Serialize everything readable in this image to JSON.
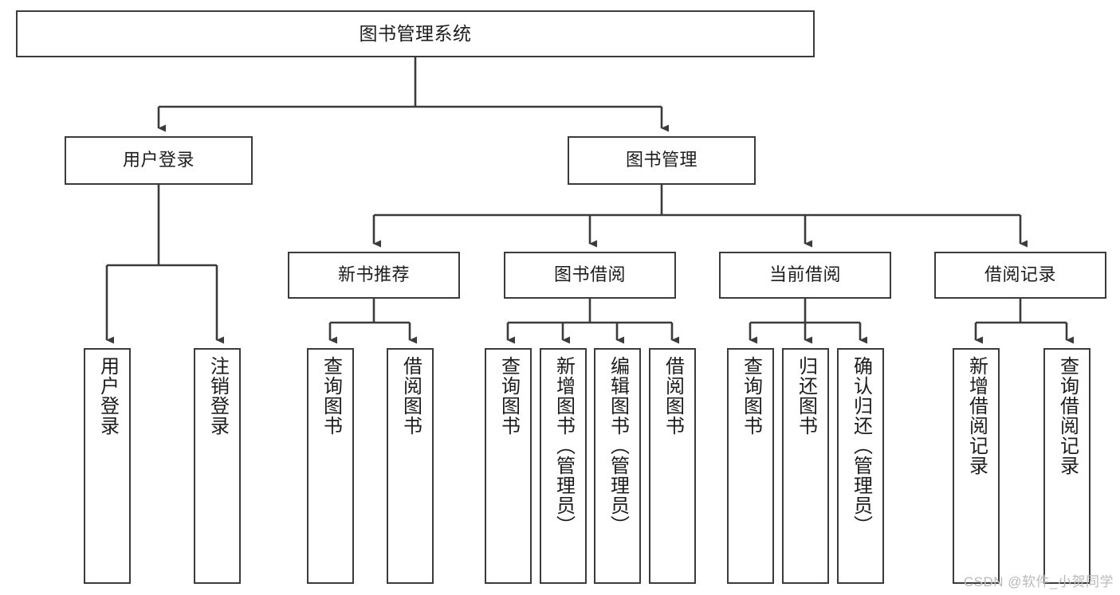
{
  "diagram": {
    "title": "图书管理系统",
    "type": "tree",
    "watermark": "CSDN @软件_小贺同学",
    "colors": {
      "box_border": "#3b3b3b",
      "box_fill": "#ffffff",
      "connector": "#3b3b3b",
      "text": "#1c1c1c",
      "watermark": "#b9b9b9",
      "background": "#ffffff"
    },
    "levels": {
      "root": {
        "label": "图书管理系统"
      },
      "level2": [
        {
          "label": "用户登录"
        },
        {
          "label": "图书管理"
        }
      ],
      "level3": [
        {
          "label": "新书推荐"
        },
        {
          "label": "图书借阅"
        },
        {
          "label": "当前借阅"
        },
        {
          "label": "借阅记录"
        }
      ],
      "leaves": {
        "user_login": [
          {
            "label": "用户登录"
          },
          {
            "label": "注销登录"
          }
        ],
        "new_book_recommend": [
          {
            "label": "查询图书"
          },
          {
            "label": "借阅图书"
          }
        ],
        "book_borrow": [
          {
            "label": "查询图书"
          },
          {
            "label": "新增图书（管理员）"
          },
          {
            "label": "编辑图书（管理员）"
          },
          {
            "label": "借阅图书"
          }
        ],
        "current_borrow": [
          {
            "label": "查询图书"
          },
          {
            "label": "归还图书"
          },
          {
            "label": "确认归还（管理员）"
          }
        ],
        "borrow_record": [
          {
            "label": "新增借阅记录"
          },
          {
            "label": "查询借阅记录"
          }
        ]
      }
    }
  }
}
